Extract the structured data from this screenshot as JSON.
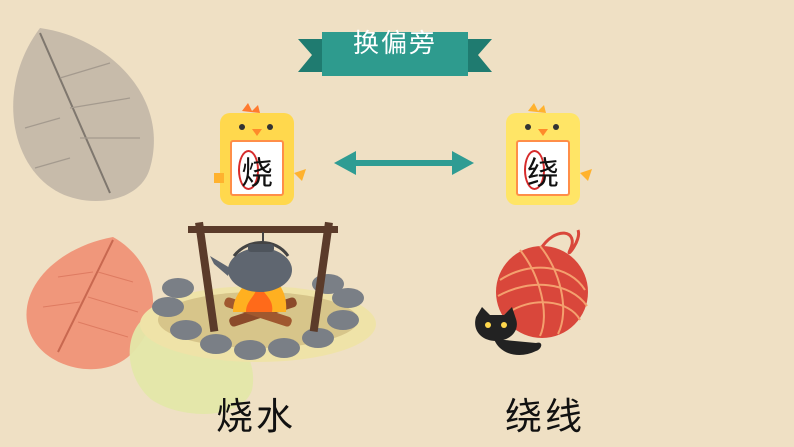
{
  "banner": {
    "text": "换偏旁"
  },
  "left_card": {
    "char": "烧",
    "word": "烧水"
  },
  "right_card": {
    "char": "绕",
    "word": "绕线"
  },
  "icons": [
    "leaf-icon",
    "chick-icon",
    "double-arrow-icon",
    "campfire-kettle-icon",
    "yarn-ball-icon",
    "cat-icon"
  ],
  "colors": {
    "background": "#efe0c4",
    "banner": "#2e9b8e",
    "arrow": "#2f9c93",
    "chick": "#ffd84d",
    "card_border": "#ff8e48",
    "circle": "#d62b2b",
    "yarn": "#d9473b"
  }
}
